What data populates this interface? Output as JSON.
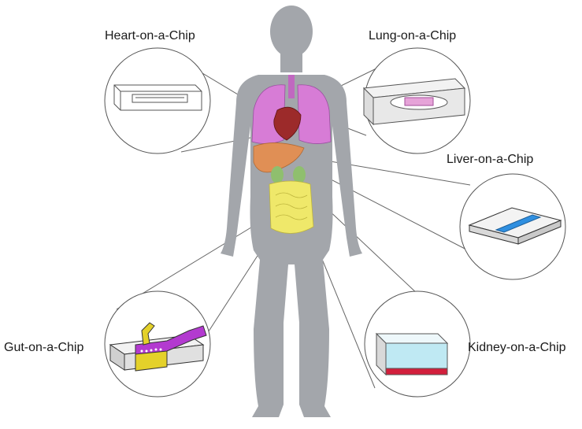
{
  "labels": {
    "heart": "Heart-on-a-Chip",
    "lung": "Lung-on-a-Chip",
    "liver": "Liver-on-a-Chip",
    "gut": "Gut-on-a-Chip",
    "kidney": "Kidney-on-a-Chip"
  },
  "colors": {
    "body": "#a3a6ab",
    "lungs": "#d77cd6",
    "heart": "#9c2a2a",
    "liver": "#e08f55",
    "kidneys": "#8fbf6e",
    "intestines": "#efe86a",
    "chip_line": "#555555",
    "liver_channel": "#2f8fe0",
    "gut_channel": "#b33ad0",
    "gut_base": "#e4d12a",
    "kidney_fluid": "#bfe9f3",
    "kidney_base": "#d21f3c"
  },
  "icons": [
    "human-body",
    "lungs",
    "heart",
    "liver",
    "kidneys",
    "intestines",
    "heart-chip",
    "lung-chip",
    "liver-chip",
    "gut-chip",
    "kidney-chip"
  ]
}
